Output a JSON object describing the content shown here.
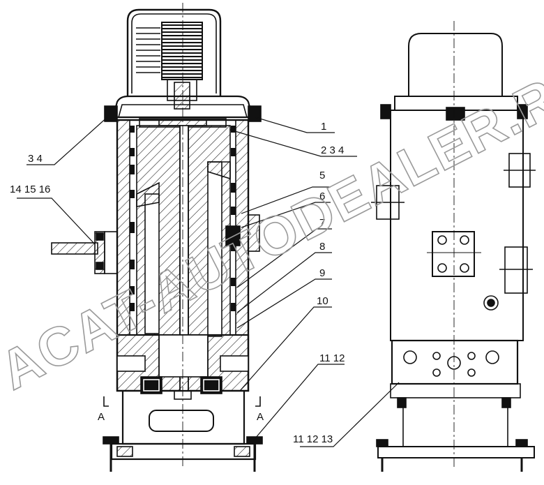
{
  "drawing": {
    "callouts": [
      "1",
      "2 3 4",
      "3 4",
      "5",
      "6",
      "7",
      "8",
      "9",
      "10",
      "14 15 16",
      "11 12",
      "11 12 13"
    ],
    "section_marks": [
      "A",
      "A"
    ],
    "watermark": "ACAT-AUTODEALER.RU"
  },
  "colors": {
    "line": "#111111",
    "watermark": "#9a9a9a",
    "background": "#ffffff"
  }
}
